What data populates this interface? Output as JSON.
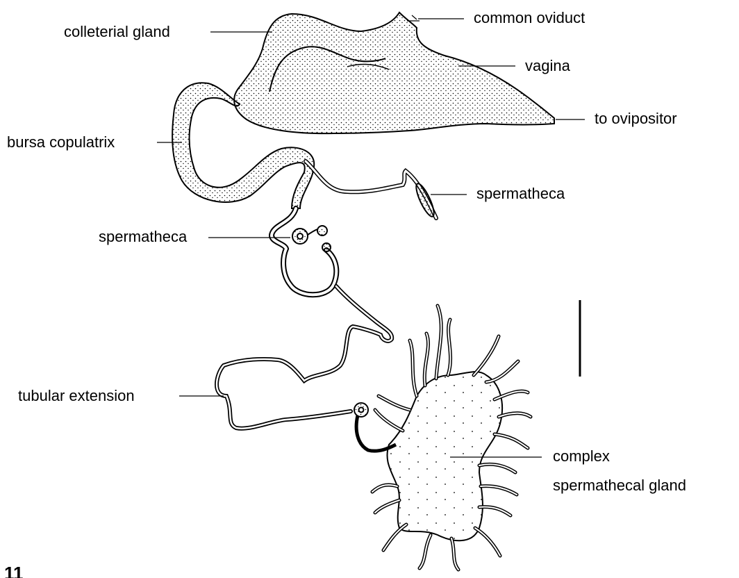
{
  "figure": {
    "number": "11",
    "stroke_color": "#000000",
    "background_color": "#ffffff"
  },
  "labels": {
    "common_oviduct": "common oviduct",
    "colleterial_gland": "colleterial gland",
    "vagina": "vagina",
    "to_ovipositor": "to ovipositor",
    "bursa_copulatrix": "bursa copulatrix",
    "spermatheca_right": "spermatheca",
    "spermatheca_left": "spermatheca",
    "tubular_extension": "tubular extension",
    "complex_line1": "complex",
    "complex_line2": "spermathecal gland"
  }
}
